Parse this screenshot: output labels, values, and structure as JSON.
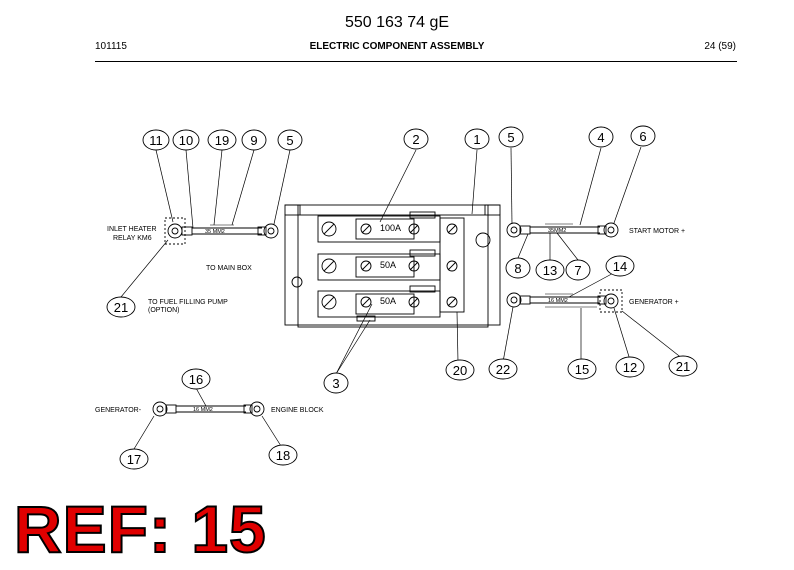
{
  "header": {
    "title": "550 163 74 gE",
    "doc_number": "101115",
    "section": "ELECTRIC COMPONENT ASSEMBLY",
    "page": "24 (59)"
  },
  "callouts": {
    "c11a": "11",
    "c10": "10",
    "c19": "19",
    "c9": "9",
    "c5a": "5",
    "c2": "2",
    "c1": "1",
    "c5b": "5",
    "c4": "4",
    "c6": "6",
    "c21a": "21",
    "c8": "8",
    "c13": "13",
    "c7": "7",
    "c14": "14",
    "c3": "3",
    "c20": "20",
    "c22": "22",
    "c15": "15",
    "c12": "12",
    "c21b": "21",
    "c16": "16",
    "c17": "17",
    "c18": "18"
  },
  "labels": {
    "inlet_heater_1": "INLET HEATER",
    "inlet_heater_2": "RELAY KM6",
    "to_main_box": "TO MAIN BOX",
    "fuel_pump_1": "TO FUEL FILLING PUMP",
    "fuel_pump_2": "(OPTION)",
    "start_motor": "START MOTOR +",
    "generator_plus": "GENERATOR +",
    "generator_minus": "GENERATOR-",
    "engine_block": "ENGINE BLOCK",
    "cable_35_left": "35 MM2",
    "cable_35_right": "35MM2",
    "cable_16_right": "16 MM2",
    "cable_16_bottom": "16 MM2",
    "fuse_100a": "100A",
    "fuse_50a_1": "50A",
    "fuse_50a_2": "50A"
  },
  "reference": "REF: 15"
}
